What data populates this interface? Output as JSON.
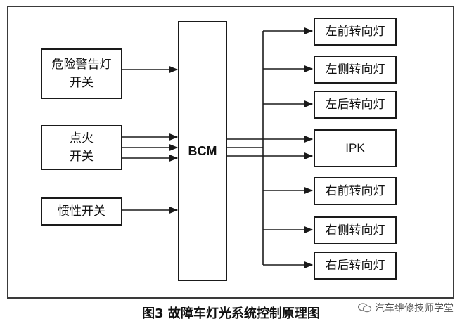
{
  "diagram": {
    "inputs": {
      "hazard_switch": [
        "危险警告灯",
        "开关"
      ],
      "ignition_switch": [
        "点火",
        "开关"
      ],
      "inertia_switch": "惯性开关"
    },
    "controller": "BCM",
    "outputs": [
      "左前转向灯",
      "左侧转向灯",
      "左后转向灯",
      "IPK",
      "右前转向灯",
      "右侧转向灯",
      "右后转向灯"
    ]
  },
  "caption": "图3 故障车灯光系统控制原理图",
  "watermark": "汽车维修技师学堂",
  "colors": {
    "line": "#1a1a1a",
    "frame": "#3a3a3a"
  }
}
